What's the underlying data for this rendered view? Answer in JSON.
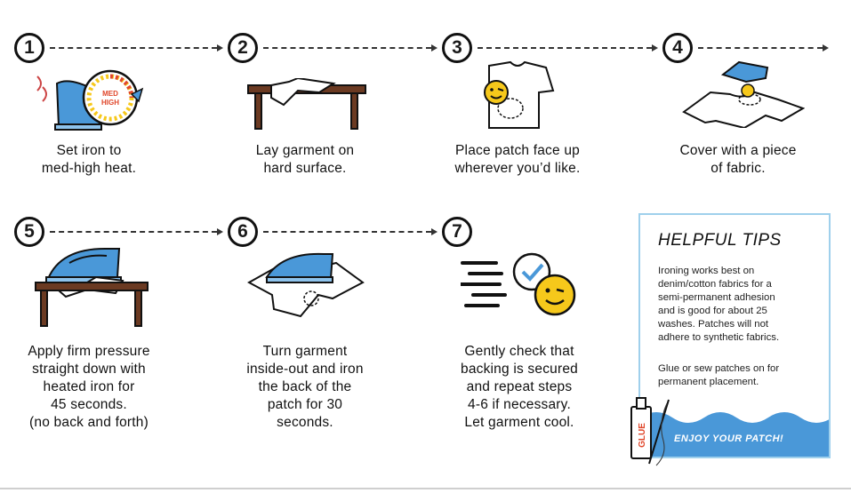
{
  "colors": {
    "blue": "#4a98d8",
    "light_blue": "#8ec3ec",
    "brown": "#6b3a22",
    "yellow": "#f6c81b",
    "red": "#e0472b"
  },
  "steps": [
    {
      "number": "1",
      "caption": "Set iron to\nmed-high heat.",
      "dial_label": "MED\nHIGH"
    },
    {
      "number": "2",
      "caption": "Lay garment on\nhard surface."
    },
    {
      "number": "3",
      "caption": "Place patch face up\nwherever you’d like."
    },
    {
      "number": "4",
      "caption": "Cover with a piece\nof fabric."
    },
    {
      "number": "5",
      "caption": "Apply firm pressure\nstraight down with\nheated iron for\n45 seconds.\n(no back and forth)"
    },
    {
      "number": "6",
      "caption": "Turn garment\ninside-out and iron\nthe back of the\npatch for 30\nseconds."
    },
    {
      "number": "7",
      "caption": "Gently check that\nbacking is secured\nand repeat steps\n4-6 if necessary.\nLet garment cool."
    }
  ],
  "tips": {
    "title": "HELPFUL TIPS",
    "paragraph1": "Ironing works best on\ndenim/cotton fabrics for a\nsemi-permanent adhesion\nand is good for about 25\nwashes. Patches will not\nadhere to synthetic fabrics.",
    "paragraph2": "Glue or sew patches on for\npermanent placement.",
    "glue_label": "GLUE",
    "banner": "ENJOY YOUR PATCH!"
  }
}
